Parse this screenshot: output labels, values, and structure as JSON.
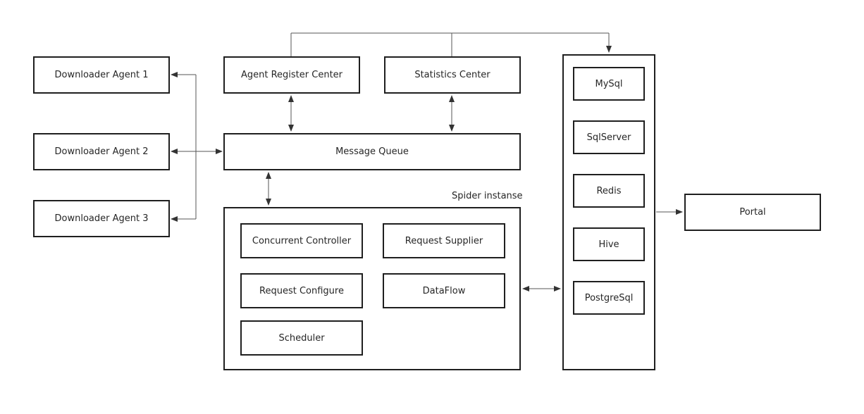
{
  "agents": [
    {
      "label": "Downloader Agent 1"
    },
    {
      "label": "Downloader Agent 2"
    },
    {
      "label": "Downloader Agent 3"
    }
  ],
  "register_center": {
    "label": "Agent Register Center"
  },
  "statistics_center": {
    "label": "Statistics Center"
  },
  "message_queue": {
    "label": "Message Queue"
  },
  "spider": {
    "title": "Spider instanse",
    "components": [
      {
        "label": "Concurrent Controller"
      },
      {
        "label": "Request Supplier"
      },
      {
        "label": "Request Configure"
      },
      {
        "label": "DataFlow"
      },
      {
        "label": "Scheduler"
      }
    ]
  },
  "storage": {
    "items": [
      {
        "label": "MySql"
      },
      {
        "label": "SqlServer"
      },
      {
        "label": "Redis"
      },
      {
        "label": "Hive"
      },
      {
        "label": "PostgreSql"
      }
    ]
  },
  "portal": {
    "label": "Portal"
  },
  "colors": {
    "stroke": "#1f1f1f",
    "wire": "#555555",
    "text": "#262626",
    "background": "#ffffff"
  }
}
